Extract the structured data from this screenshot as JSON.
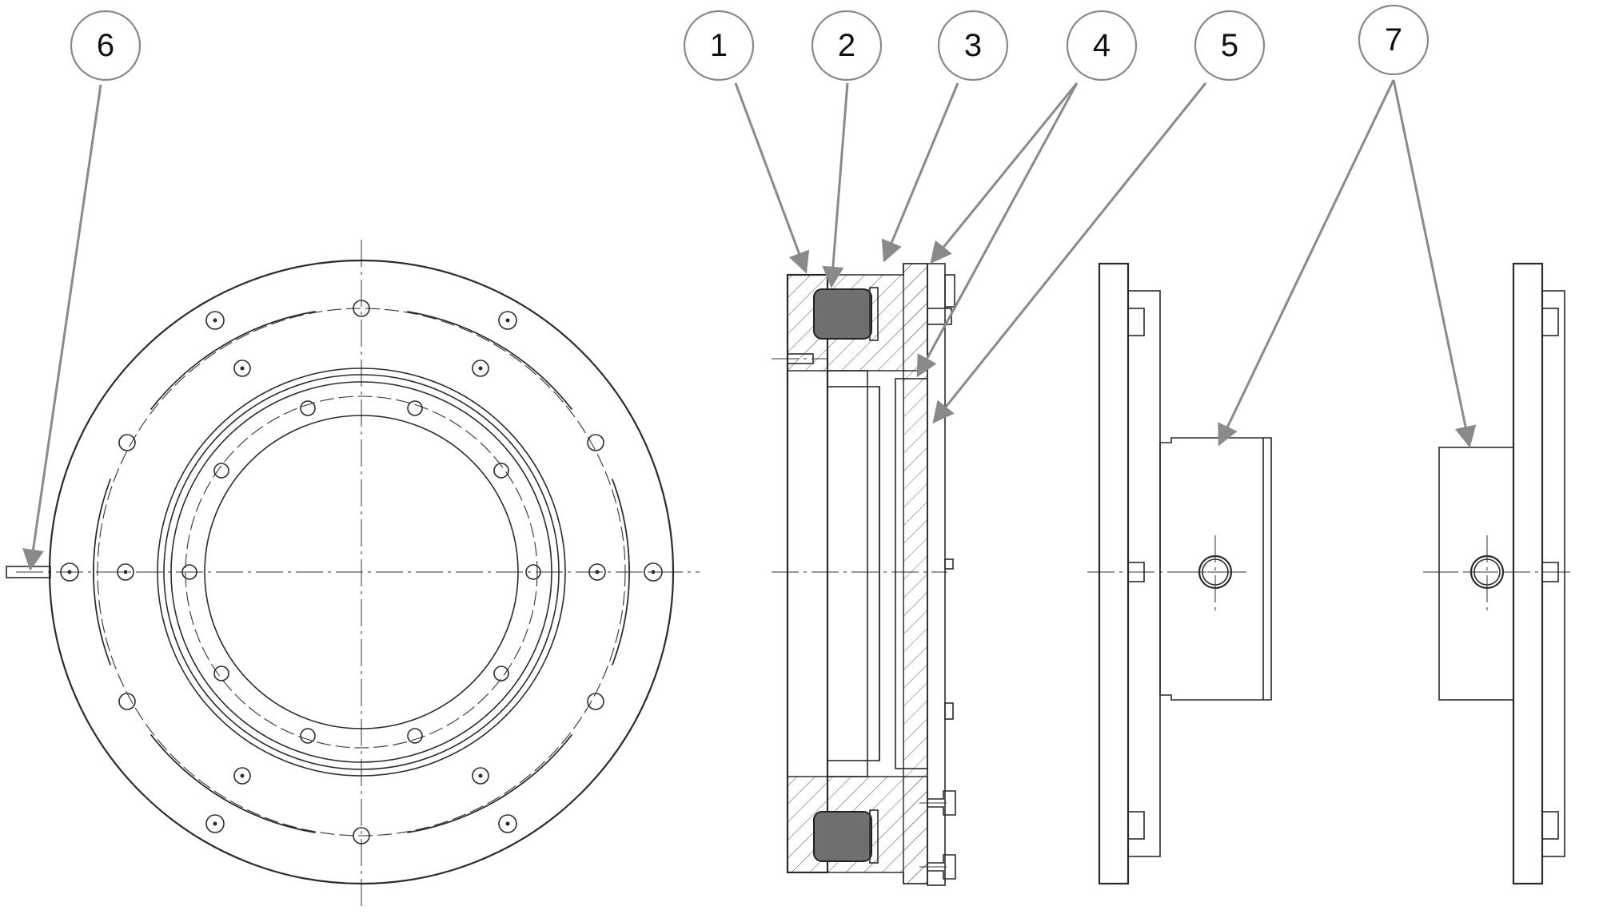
{
  "callouts": [
    {
      "id": "callout-1",
      "label": "1"
    },
    {
      "id": "callout-2",
      "label": "2"
    },
    {
      "id": "callout-3",
      "label": "3"
    },
    {
      "id": "callout-4",
      "label": "4"
    },
    {
      "id": "callout-5",
      "label": "5"
    },
    {
      "id": "callout-6",
      "label": "6"
    },
    {
      "id": "callout-7",
      "label": "7"
    }
  ],
  "colors": {
    "line": "#2b2b2b",
    "leader": "#8a8a8a",
    "coil_fill": "#6f6f6f",
    "background": "#ffffff"
  }
}
